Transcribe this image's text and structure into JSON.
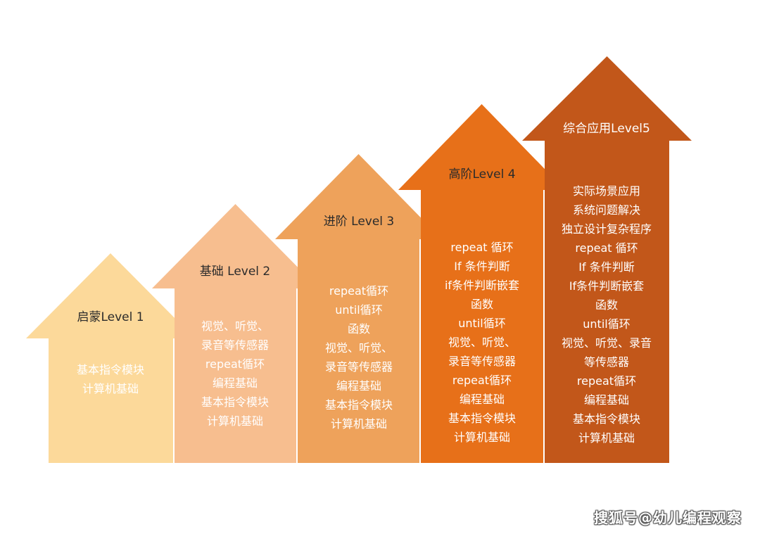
{
  "levels": [
    {
      "title": "启蒙Level 1",
      "color": "#fcd99a",
      "title_color": "dark",
      "items_color": "light",
      "items": [
        "基本指令模块",
        "计算机基础"
      ]
    },
    {
      "title": "基础 Level 2",
      "color": "#f7be8f",
      "title_color": "dark",
      "items_color": "light",
      "items": [
        "视觉、听觉、",
        "录音等传感器",
        "repeat循环",
        "编程基础",
        "基本指令模块",
        "计算机基础"
      ]
    },
    {
      "title": "进阶 Level 3",
      "color": "#eea25b",
      "title_color": "dark",
      "items_color": "light",
      "items": [
        "repeat循环",
        "until循环",
        "函数",
        "视觉、听觉、",
        "录音等传感器",
        "编程基础",
        "基本指令模块",
        "计算机基础"
      ]
    },
    {
      "title": "高阶Level 4",
      "color": "#e77019",
      "title_color": "dark",
      "items_color": "light",
      "items": [
        "repeat 循环",
        "If 条件判断",
        "if条件判断嵌套",
        "函数",
        "until循环",
        "视觉、听觉、",
        "录音等传感器",
        "repeat循环",
        "编程基础",
        "基本指令模块",
        "计算机基础"
      ]
    },
    {
      "title": "综合应用Level5",
      "color": "#c2571a",
      "title_color": "light",
      "items_color": "light",
      "items": [
        "实际场景应用",
        "系统问题解决",
        "独立设计复杂程序",
        "repeat 循环",
        "If 条件判断",
        "If条件判断嵌套",
        "函数",
        "until循环",
        "视觉、听觉、录音",
        "等传感器",
        "repeat循环",
        "编程基础",
        "基本指令模块",
        "计算机基础"
      ]
    }
  ],
  "watermark": "搜狐号@幼儿编程观察"
}
